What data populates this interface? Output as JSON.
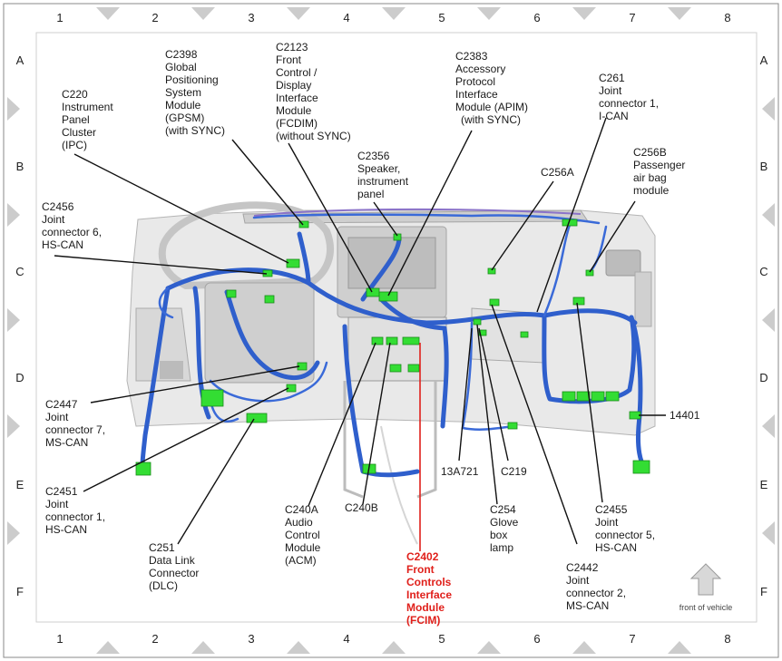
{
  "grid": {
    "columns": [
      "1",
      "2",
      "3",
      "4",
      "5",
      "6",
      "7",
      "8"
    ],
    "rows": [
      "A",
      "B",
      "C",
      "D",
      "E",
      "F"
    ]
  },
  "labels": {
    "c220": [
      "C220",
      "Instrument",
      "Panel",
      "Cluster",
      "(IPC)"
    ],
    "c2398": [
      "C2398",
      "Global",
      "Positioning",
      "System",
      "Module",
      "(GPSM)",
      "(with SYNC)"
    ],
    "c2123": [
      "C2123",
      "Front",
      "Control /",
      "Display",
      "Interface",
      "Module",
      "(FCDIM)",
      "(without SYNC)"
    ],
    "c2383": [
      "C2383",
      "Accessory",
      "Protocol",
      "Interface",
      "Module (APIM)",
      "(with SYNC)"
    ],
    "c261": [
      "C261",
      "Joint",
      "connector 1,",
      "I-CAN"
    ],
    "c2356": [
      "C2356",
      "Speaker,",
      "instrument",
      "panel"
    ],
    "c256a": [
      "C256A"
    ],
    "c256b": [
      "C256B",
      "Passenger",
      "air bag",
      "module"
    ],
    "c2456": [
      "C2456",
      "Joint",
      "connector 6,",
      "HS-CAN"
    ],
    "c2447": [
      "C2447",
      "Joint",
      "connector 7,",
      "MS-CAN"
    ],
    "c2451": [
      "C2451",
      "Joint",
      "connector 1,",
      "HS-CAN"
    ],
    "c251": [
      "C251",
      "Data Link",
      "Connector",
      "(DLC)"
    ],
    "c240a": [
      "C240A",
      "Audio",
      "Control",
      "Module",
      "(ACM)"
    ],
    "c240b": [
      "C240B"
    ],
    "c2402": [
      "C2402",
      "Front",
      "Controls",
      "Interface",
      "Module",
      "(FCIM)"
    ],
    "l13a721": [
      "13A721"
    ],
    "c219": [
      "C219"
    ],
    "c254": [
      "C254",
      "Glove",
      "box",
      "lamp"
    ],
    "c2442": [
      "C2442",
      "Joint",
      "connector 2,",
      "MS-CAN"
    ],
    "c2455": [
      "C2455",
      "Joint",
      "connector 5,",
      "HS-CAN"
    ],
    "l14401": [
      "14401"
    ]
  },
  "front_of_vehicle": "front of vehicle",
  "colors": {
    "harness": "#2f5fcc",
    "connector": "#33dd33",
    "highlight": "#e0201b",
    "panel": "#e9e9e9"
  }
}
